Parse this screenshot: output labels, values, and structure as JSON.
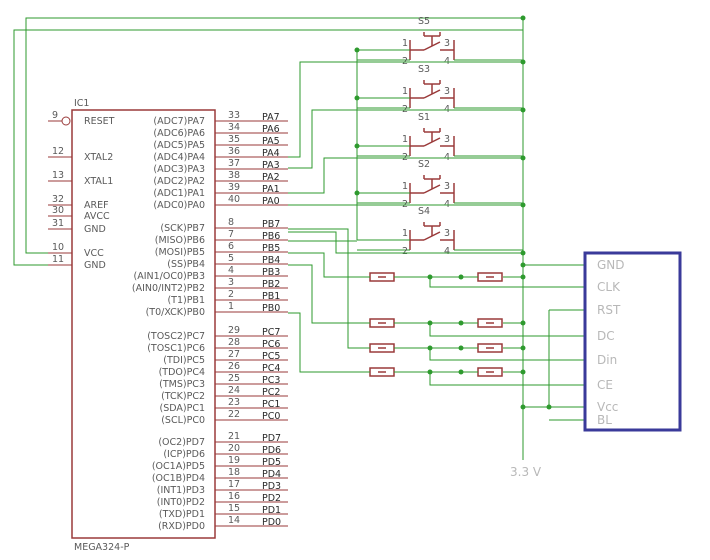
{
  "ic": {
    "ref": "IC1",
    "part": "MEGA324-P",
    "left_pins": [
      {
        "num": "9",
        "name": "RESET"
      },
      {
        "num": "12",
        "name": "XTAL2"
      },
      {
        "num": "13",
        "name": "XTAL1"
      },
      {
        "num": "32",
        "name": "AREF"
      },
      {
        "num": "30",
        "name": "AVCC"
      },
      {
        "num": "31",
        "name": "GND"
      },
      {
        "num": "10",
        "name": "VCC"
      },
      {
        "num": "11",
        "name": "GND"
      }
    ],
    "right_pins": [
      {
        "num": "33",
        "name": "(ADC7)PA7",
        "net": "PA7"
      },
      {
        "num": "34",
        "name": "(ADC6)PA6",
        "net": "PA6"
      },
      {
        "num": "35",
        "name": "(ADC5)PA5",
        "net": "PA5"
      },
      {
        "num": "36",
        "name": "(ADC4)PA4",
        "net": "PA4"
      },
      {
        "num": "37",
        "name": "(ADC3)PA3",
        "net": "PA3"
      },
      {
        "num": "38",
        "name": "(ADC2)PA2",
        "net": "PA2"
      },
      {
        "num": "39",
        "name": "(ADC1)PA1",
        "net": "PA1"
      },
      {
        "num": "40",
        "name": "(ADC0)PA0",
        "net": "PA0"
      },
      {
        "num": "8",
        "name": "(SCK)PB7",
        "net": "PB7"
      },
      {
        "num": "7",
        "name": "(MISO)PB6",
        "net": "PB6"
      },
      {
        "num": "6",
        "name": "(MOSI)PB5",
        "net": "PB5"
      },
      {
        "num": "5",
        "name": "(SS)PB4",
        "net": "PB4"
      },
      {
        "num": "4",
        "name": "(AIN1/OC0)PB3",
        "net": "PB3"
      },
      {
        "num": "3",
        "name": "(AIN0/INT2)PB2",
        "net": "PB2"
      },
      {
        "num": "2",
        "name": "(T1)PB1",
        "net": "PB1"
      },
      {
        "num": "1",
        "name": "(T0/XCK)PB0",
        "net": "PB0"
      },
      {
        "num": "29",
        "name": "(TOSC2)PC7",
        "net": "PC7"
      },
      {
        "num": "28",
        "name": "(TOSC1)PC6",
        "net": "PC6"
      },
      {
        "num": "27",
        "name": "(TDI)PC5",
        "net": "PC5"
      },
      {
        "num": "26",
        "name": "(TDO)PC4",
        "net": "PC4"
      },
      {
        "num": "25",
        "name": "(TMS)PC3",
        "net": "PC3"
      },
      {
        "num": "24",
        "name": "(TCK)PC2",
        "net": "PC2"
      },
      {
        "num": "23",
        "name": "(SDA)PC1",
        "net": "PC1"
      },
      {
        "num": "22",
        "name": "(SCL)PC0",
        "net": "PC0"
      },
      {
        "num": "21",
        "name": "(OC2)PD7",
        "net": "PD7"
      },
      {
        "num": "20",
        "name": "(ICP)PD6",
        "net": "PD6"
      },
      {
        "num": "19",
        "name": "(OC1A)PD5",
        "net": "PD5"
      },
      {
        "num": "18",
        "name": "(OC1B)PD4",
        "net": "PD4"
      },
      {
        "num": "17",
        "name": "(INT1)PD3",
        "net": "PD3"
      },
      {
        "num": "16",
        "name": "(INT0)PD2",
        "net": "PD2"
      },
      {
        "num": "15",
        "name": "(TXD)PD1",
        "net": "PD1"
      },
      {
        "num": "14",
        "name": "(RXD)PD0",
        "net": "PD0"
      }
    ]
  },
  "switches": [
    {
      "ref": "S5"
    },
    {
      "ref": "S3"
    },
    {
      "ref": "S1"
    },
    {
      "ref": "S2"
    },
    {
      "ref": "S4"
    }
  ],
  "switch_pin_labels": [
    "1",
    "2",
    "3",
    "4"
  ],
  "lcd": {
    "pins": [
      "GND",
      "CLK",
      "RST",
      "DC",
      "Din",
      "CE",
      "Vcc",
      "BL"
    ]
  },
  "supply": {
    "label": "3.3 V"
  },
  "colors": {
    "wire": "#2e9a2e",
    "component": "#9a3a3a",
    "lcd_frame": "#3a3a9a",
    "label": "#5a5a5a"
  }
}
